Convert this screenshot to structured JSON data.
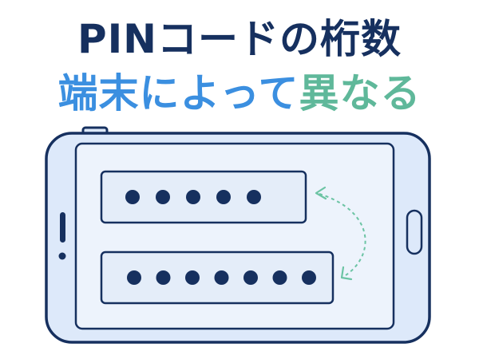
{
  "title": {
    "line1": "PINコードの桁数",
    "line2_part1": "端末によって",
    "line2_part2": "異なる"
  },
  "colors": {
    "navy": "#16305f",
    "blue": "#3b8fe0",
    "green": "#5fb89a",
    "phone_body": "#dde9fa",
    "phone_screen": "#edf3fc",
    "pin_box": "#e4edf9"
  },
  "pin_fields": [
    {
      "digits": 5
    },
    {
      "digits": 7
    }
  ]
}
